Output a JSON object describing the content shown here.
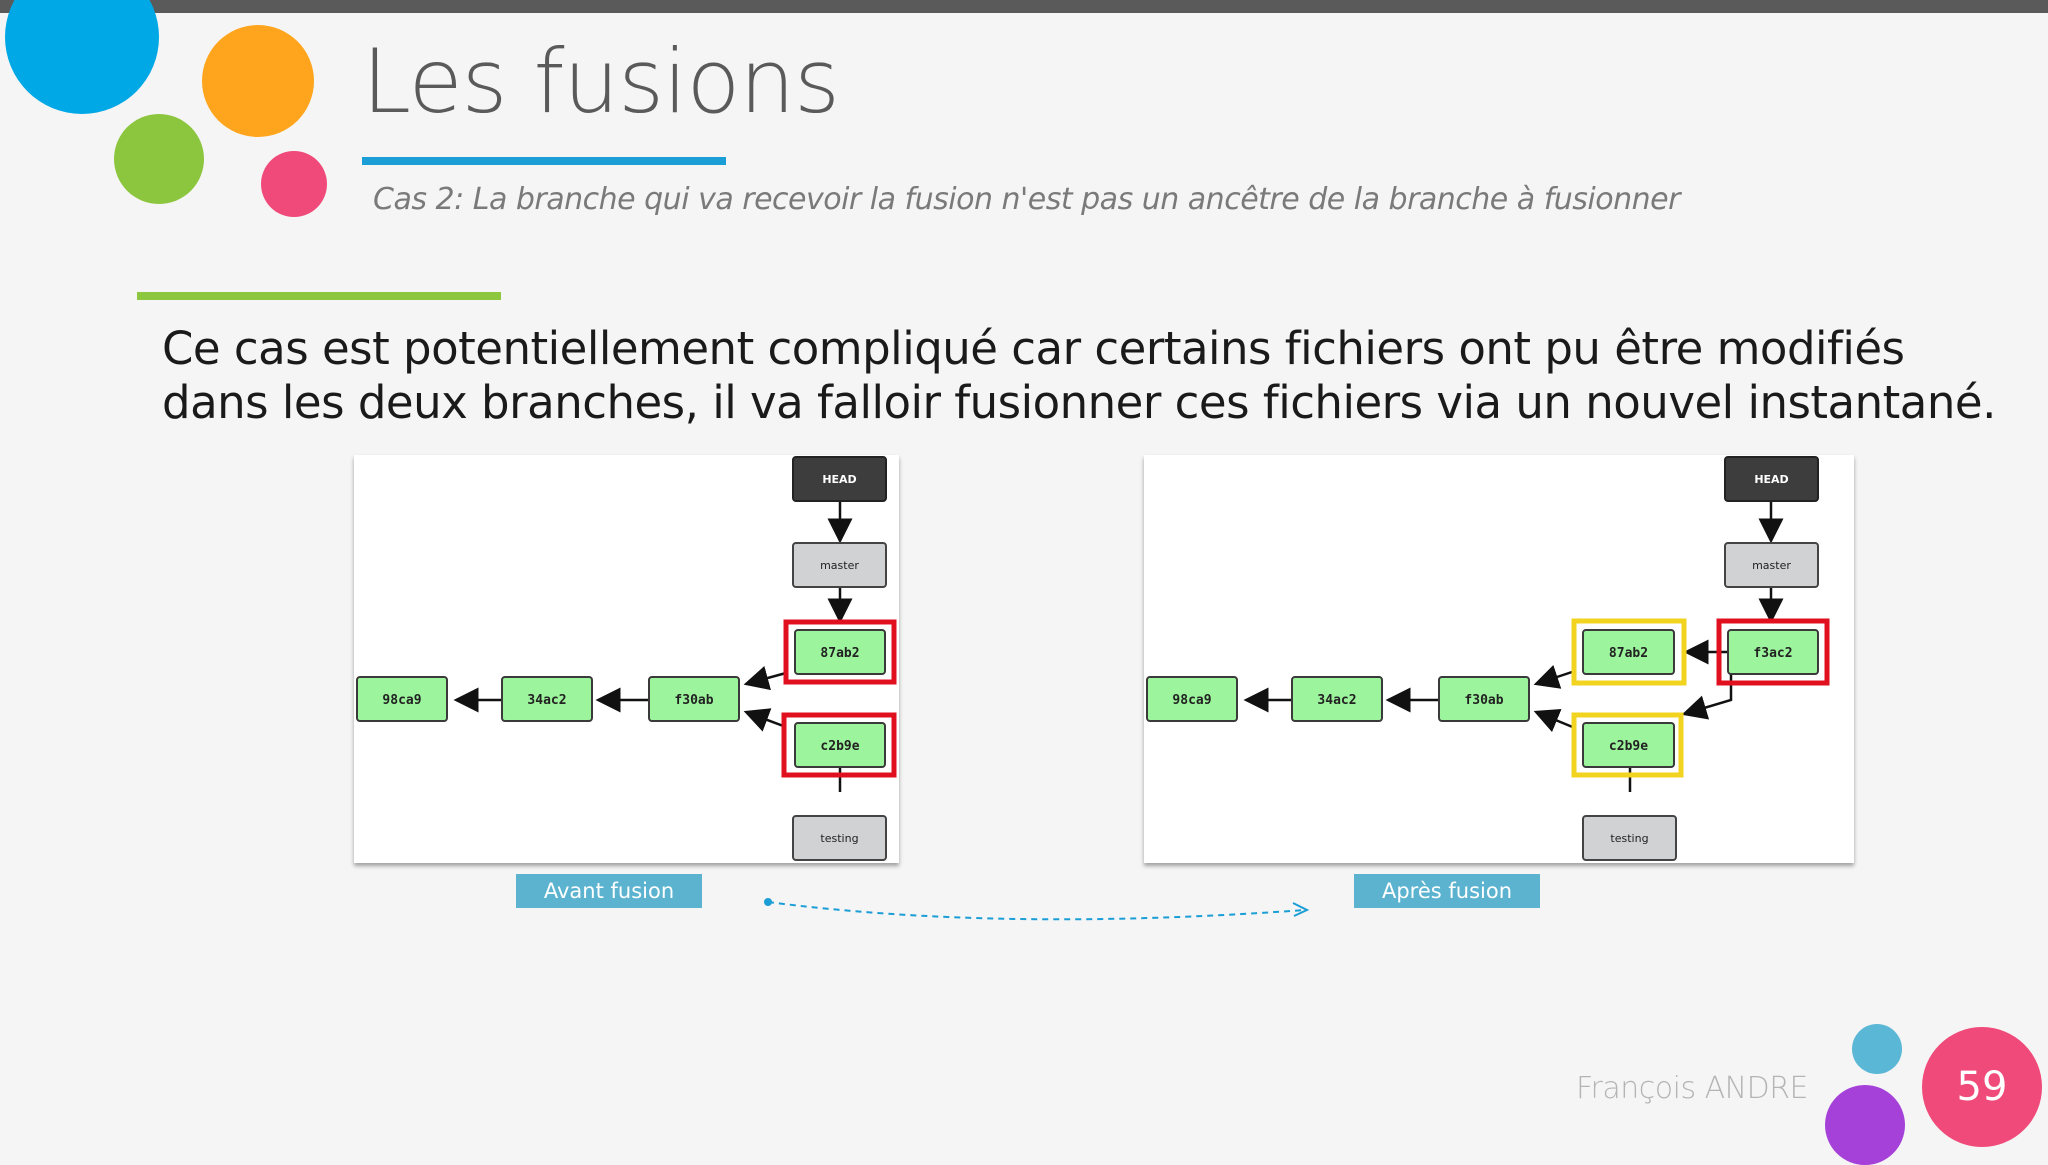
{
  "slide": {
    "title": "Les fusions",
    "subtitle": "Cas 2: La branche qui va recevoir la fusion n'est pas un ancêtre de la branche à fusionner",
    "body": "Ce cas est potentiellement compliqué car certains fichiers ont pu être modifiés dans les deux branches, il va falloir fusionner ces fichiers via un nouvel instantané.",
    "author": "François ANDRE",
    "page_number": "59"
  },
  "colors": {
    "top_bar": "#5a5a5a",
    "title_underline": "#1b9ed6",
    "green_rule": "#8dc63f",
    "commit_fill": "#9cf59c",
    "commit_border": "#3a3a3a",
    "ref_fill": "#d0d2d4",
    "head_fill": "#3d3d3d",
    "highlight_red": "#e1101f",
    "highlight_yellow": "#f2d320",
    "caption_bg": "#5bb3d0",
    "page_badge": "#ef4a7a",
    "decor_dots": [
      "#00a8e6",
      "#ffa51d",
      "#8cc63e",
      "#ef4a7a",
      "#5bb7d6",
      "#a541d8"
    ]
  },
  "diagram_before": {
    "caption": "Avant fusion",
    "head": "HEAD",
    "master": "master",
    "testing": "testing",
    "commits": [
      "98ca9",
      "34ac2",
      "f30ab",
      "87ab2",
      "c2b9e"
    ],
    "highlighted_red": [
      "87ab2",
      "c2b9e"
    ]
  },
  "diagram_after": {
    "caption": "Après fusion",
    "head": "HEAD",
    "master": "master",
    "testing": "testing",
    "commits": [
      "98ca9",
      "34ac2",
      "f30ab",
      "87ab2",
      "c2b9e",
      "f3ac2"
    ],
    "highlighted_red": [
      "f3ac2"
    ],
    "highlighted_yellow": [
      "87ab2",
      "c2b9e"
    ]
  }
}
